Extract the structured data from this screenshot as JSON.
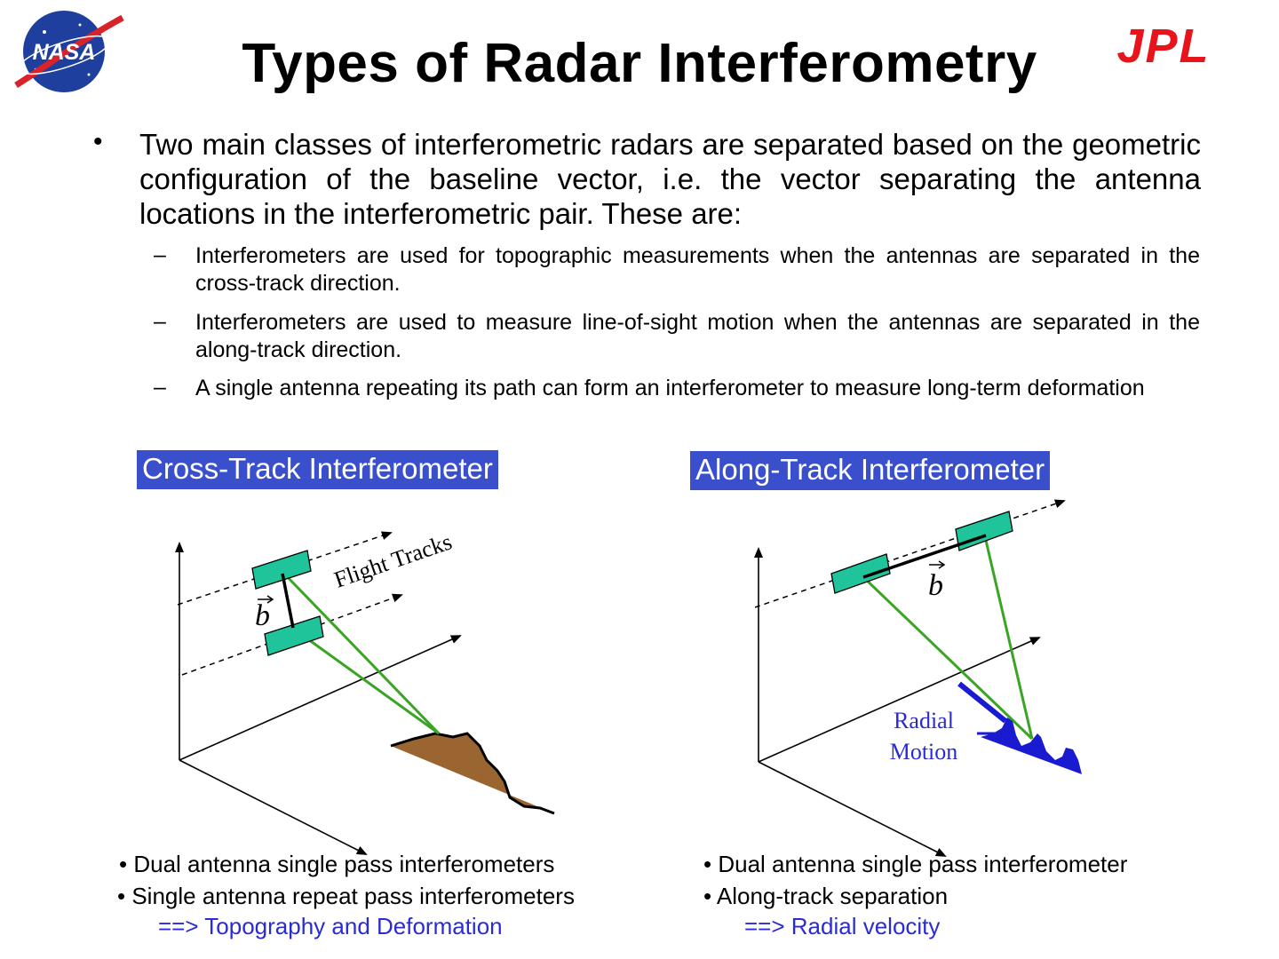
{
  "header": {
    "title": "Types of Radar Interferometry",
    "left_logo_text": "NASA",
    "right_logo_text": "JPL"
  },
  "main_bullet": {
    "marker": "•",
    "text": "Two main classes of interferometric radars are separated based on the geometric configuration of the baseline vector, i.e. the vector separating the antenna locations in the interferometric pair. These are:"
  },
  "sub_bullets": [
    {
      "marker": "–",
      "text": "Interferometers are used for topographic measurements when the antennas are separated in the cross-track direction."
    },
    {
      "marker": "–",
      "text": "Interferometers are used to measure line-of-sight motion when the antennas are separated in the along-track direction."
    },
    {
      "marker": "–",
      "text": "A single antenna repeating its path can form an interferometer to measure long-term deformation"
    }
  ],
  "cross_track": {
    "label": "Cross-Track Interferometer",
    "flight_tracks_label": "Flight Tracks",
    "baseline_symbol": "b",
    "bullets": [
      "• Dual antenna single pass interferometers",
      "• Single antenna repeat pass interferometers"
    ],
    "result": "==> Topography and Deformation"
  },
  "along_track": {
    "label": "Along-Track Interferometer",
    "baseline_symbol": "b",
    "radial_label_line1": "Radial",
    "radial_label_line2": "Motion",
    "bullets": [
      "• Dual antenna single pass interferometer",
      "•  Along-track separation"
    ],
    "result": "==> Radial velocity"
  },
  "colors": {
    "antenna_fill": "#1fc49a",
    "beam": "#3aa424",
    "label_bg": "#3a4fcc",
    "terrain": "#9a6530",
    "motion_blue": "#1a1ad0",
    "jpl_red": "#e8141c"
  }
}
